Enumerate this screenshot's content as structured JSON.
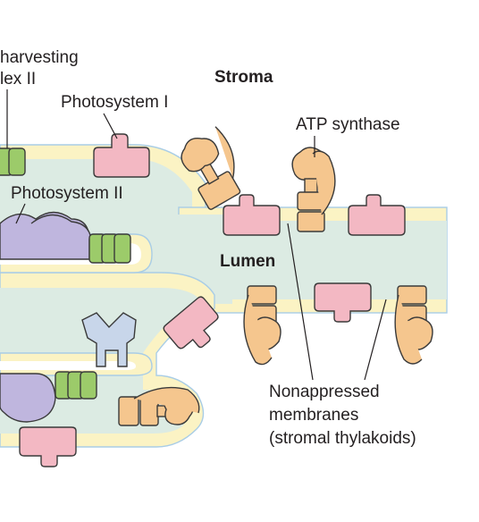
{
  "labels": {
    "lhc_line1": "harvesting",
    "lhc_line2": "lex II",
    "stroma": "Stroma",
    "photosystem_i": "Photosystem I",
    "atp_synthase": "ATP synthase",
    "photosystem_ii": "Photosystem II",
    "lumen": "Lumen",
    "nonappressed_line1": "Nonappressed",
    "nonappressed_line2": "membranes",
    "nonappressed_line3": "(stromal thylakoids)"
  },
  "colors": {
    "lumen": "#dcebe3",
    "membrane": "#fbf3c4",
    "membrane_edge": "#a9cde6",
    "photosystem_i": "#f3b8c3",
    "photosystem_ii": "#bfb6de",
    "light_harvesting_complex": "#9ccb6a",
    "atp_synthase": "#f5c68e",
    "cytochrome": "#c8d6ea"
  }
}
